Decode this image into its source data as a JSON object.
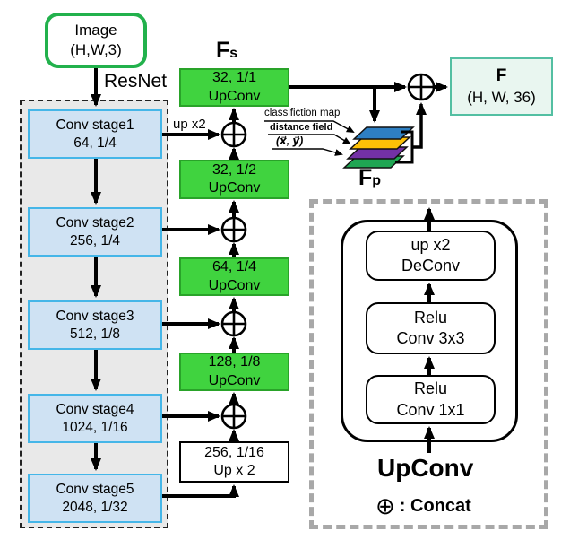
{
  "colors": {
    "green_fill": "#40d33f",
    "green_border": "#29a329",
    "blue_fill": "#cfe2f3",
    "blue_border": "#45b6e8",
    "panel_gray": "#e9e9e9",
    "mint_fill": "#e9f6f0",
    "mint_border": "#53bfa2",
    "image_border": "#22b14c",
    "dash_gray": "#a8a8a8"
  },
  "diagram": {
    "image_box": {
      "label": "Image\n(H,W,3)"
    },
    "resnet_label": "ResNet",
    "backbone": {
      "stages": [
        {
          "label": "Conv stage1\n64, 1/4"
        },
        {
          "label": "Conv stage2\n256, 1/4"
        },
        {
          "label": "Conv stage3\n512, 1/8"
        },
        {
          "label": "Conv stage4\n1024, 1/16"
        },
        {
          "label": "Conv stage5\n2048, 1/32"
        }
      ]
    },
    "fs_label": {
      "main": "F",
      "sub": "s"
    },
    "upconv_boxes": [
      {
        "label": "32, 1/1\nUpConv"
      },
      {
        "label": "32, 1/2\nUpConv"
      },
      {
        "label": "64, 1/4\nUpConv"
      },
      {
        "label": "128, 1/8\nUpConv"
      }
    ],
    "up2_box": {
      "label": "256, 1/16\nUp x 2"
    },
    "upx2_arrow_label": "up x2",
    "f_box": {
      "title": "F",
      "subtitle": "(H, W, 36)"
    },
    "fp_label": {
      "main": "F",
      "sub": "p"
    },
    "fp_annotations": [
      "classifiction map",
      "distance field",
      "(x⃗,  y⃗)"
    ],
    "fp_layers": [
      {
        "name": "classification-map-layer",
        "color": "#2e7fc2"
      },
      {
        "name": "distance-field-layer",
        "color": "#fdc107"
      },
      {
        "name": "x-offset-layer",
        "color": "#7331a5"
      },
      {
        "name": "y-offset-layer",
        "color": "#1fa653"
      }
    ],
    "upconv_detail": {
      "blocks": [
        {
          "label": "up x2\nDeConv"
        },
        {
          "label": "Relu\nConv 3x3"
        },
        {
          "label": "Relu\nConv 1x1"
        }
      ],
      "title": "UpConv",
      "legend": {
        "symbol": "⊕",
        "text": ":  Concat"
      }
    }
  }
}
